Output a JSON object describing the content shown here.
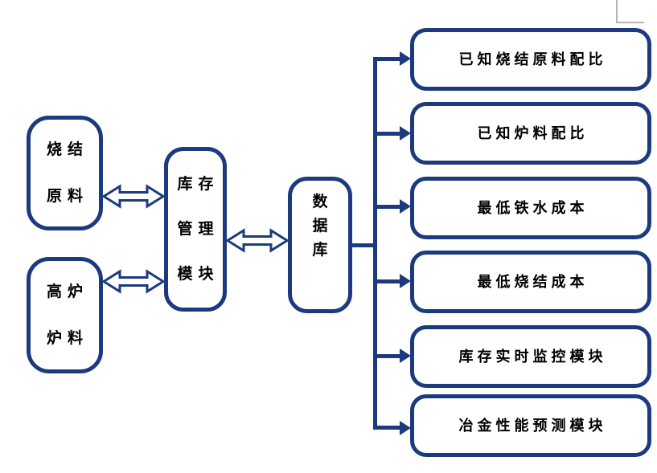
{
  "diagram": {
    "title": "inventory-management-flow-diagram",
    "colors": {
      "line_navy": "#1c3a7e",
      "text": "#000000",
      "background": "#ffffff",
      "artifact_gray": "#b5b5b5"
    },
    "left_boxes": [
      {
        "label": "烧结原料",
        "lines": [
          "烧结",
          "原料"
        ]
      },
      {
        "label": "高炉炉料",
        "lines": [
          "高炉",
          "炉料"
        ]
      }
    ],
    "middle_box": {
      "label": "库存管理模块",
      "lines": [
        "库存",
        "管理",
        "模块"
      ]
    },
    "database_box": {
      "label": "数据库",
      "lines": [
        "数",
        "据",
        "库"
      ]
    },
    "right_boxes": [
      {
        "label": "已知烧结原料配比"
      },
      {
        "label": "已知炉料配比"
      },
      {
        "label": "最低铁水成本"
      },
      {
        "label": "最低烧结成本"
      },
      {
        "label": "库存实时监控模块"
      },
      {
        "label": "冶金性能预测模块"
      }
    ],
    "connections": [
      {
        "from": "烧结原料",
        "to": "库存管理模块",
        "type": "double-arrow"
      },
      {
        "from": "高炉炉料",
        "to": "库存管理模块",
        "type": "double-arrow"
      },
      {
        "from": "库存管理模块",
        "to": "数据库",
        "type": "double-arrow"
      },
      {
        "from": "数据库",
        "to": "已知烧结原料配比",
        "type": "arrow"
      },
      {
        "from": "数据库",
        "to": "已知炉料配比",
        "type": "arrow"
      },
      {
        "from": "数据库",
        "to": "最低铁水成本",
        "type": "arrow"
      },
      {
        "from": "数据库",
        "to": "最低烧结成本",
        "type": "arrow"
      },
      {
        "from": "数据库",
        "to": "库存实时监控模块",
        "type": "arrow"
      },
      {
        "from": "数据库",
        "to": "冶金性能预测模块",
        "type": "arrow"
      }
    ]
  }
}
